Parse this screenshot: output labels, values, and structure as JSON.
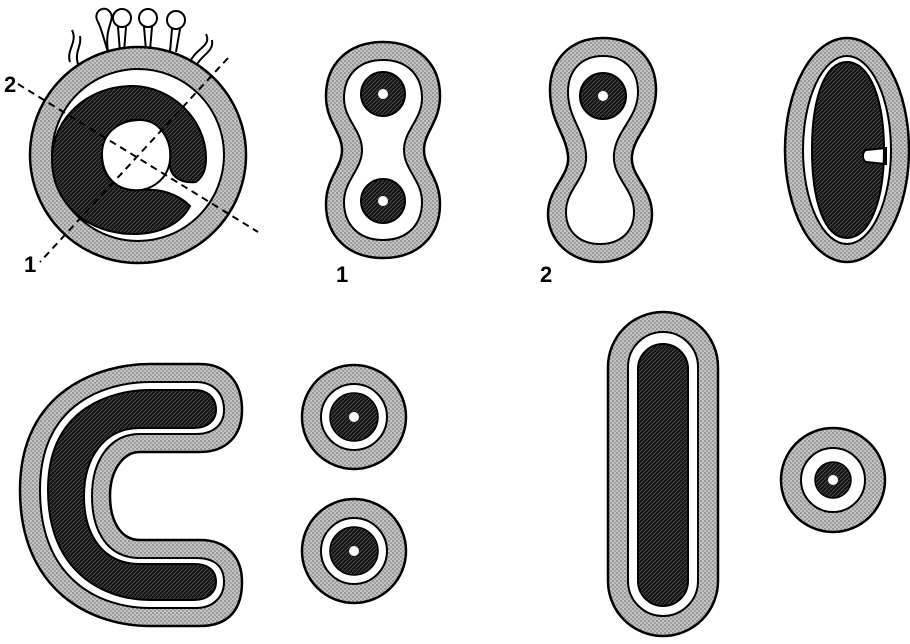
{
  "figure": {
    "labels": {
      "cut_line_1": "1",
      "cut_line_2": "2",
      "section_1": "1",
      "section_2": "2"
    },
    "colors": {
      "wall_stipple": "#b3b3b3",
      "outline": "#000000",
      "dark_tissue": "#1a1a1a",
      "background": "#ffffff"
    }
  }
}
